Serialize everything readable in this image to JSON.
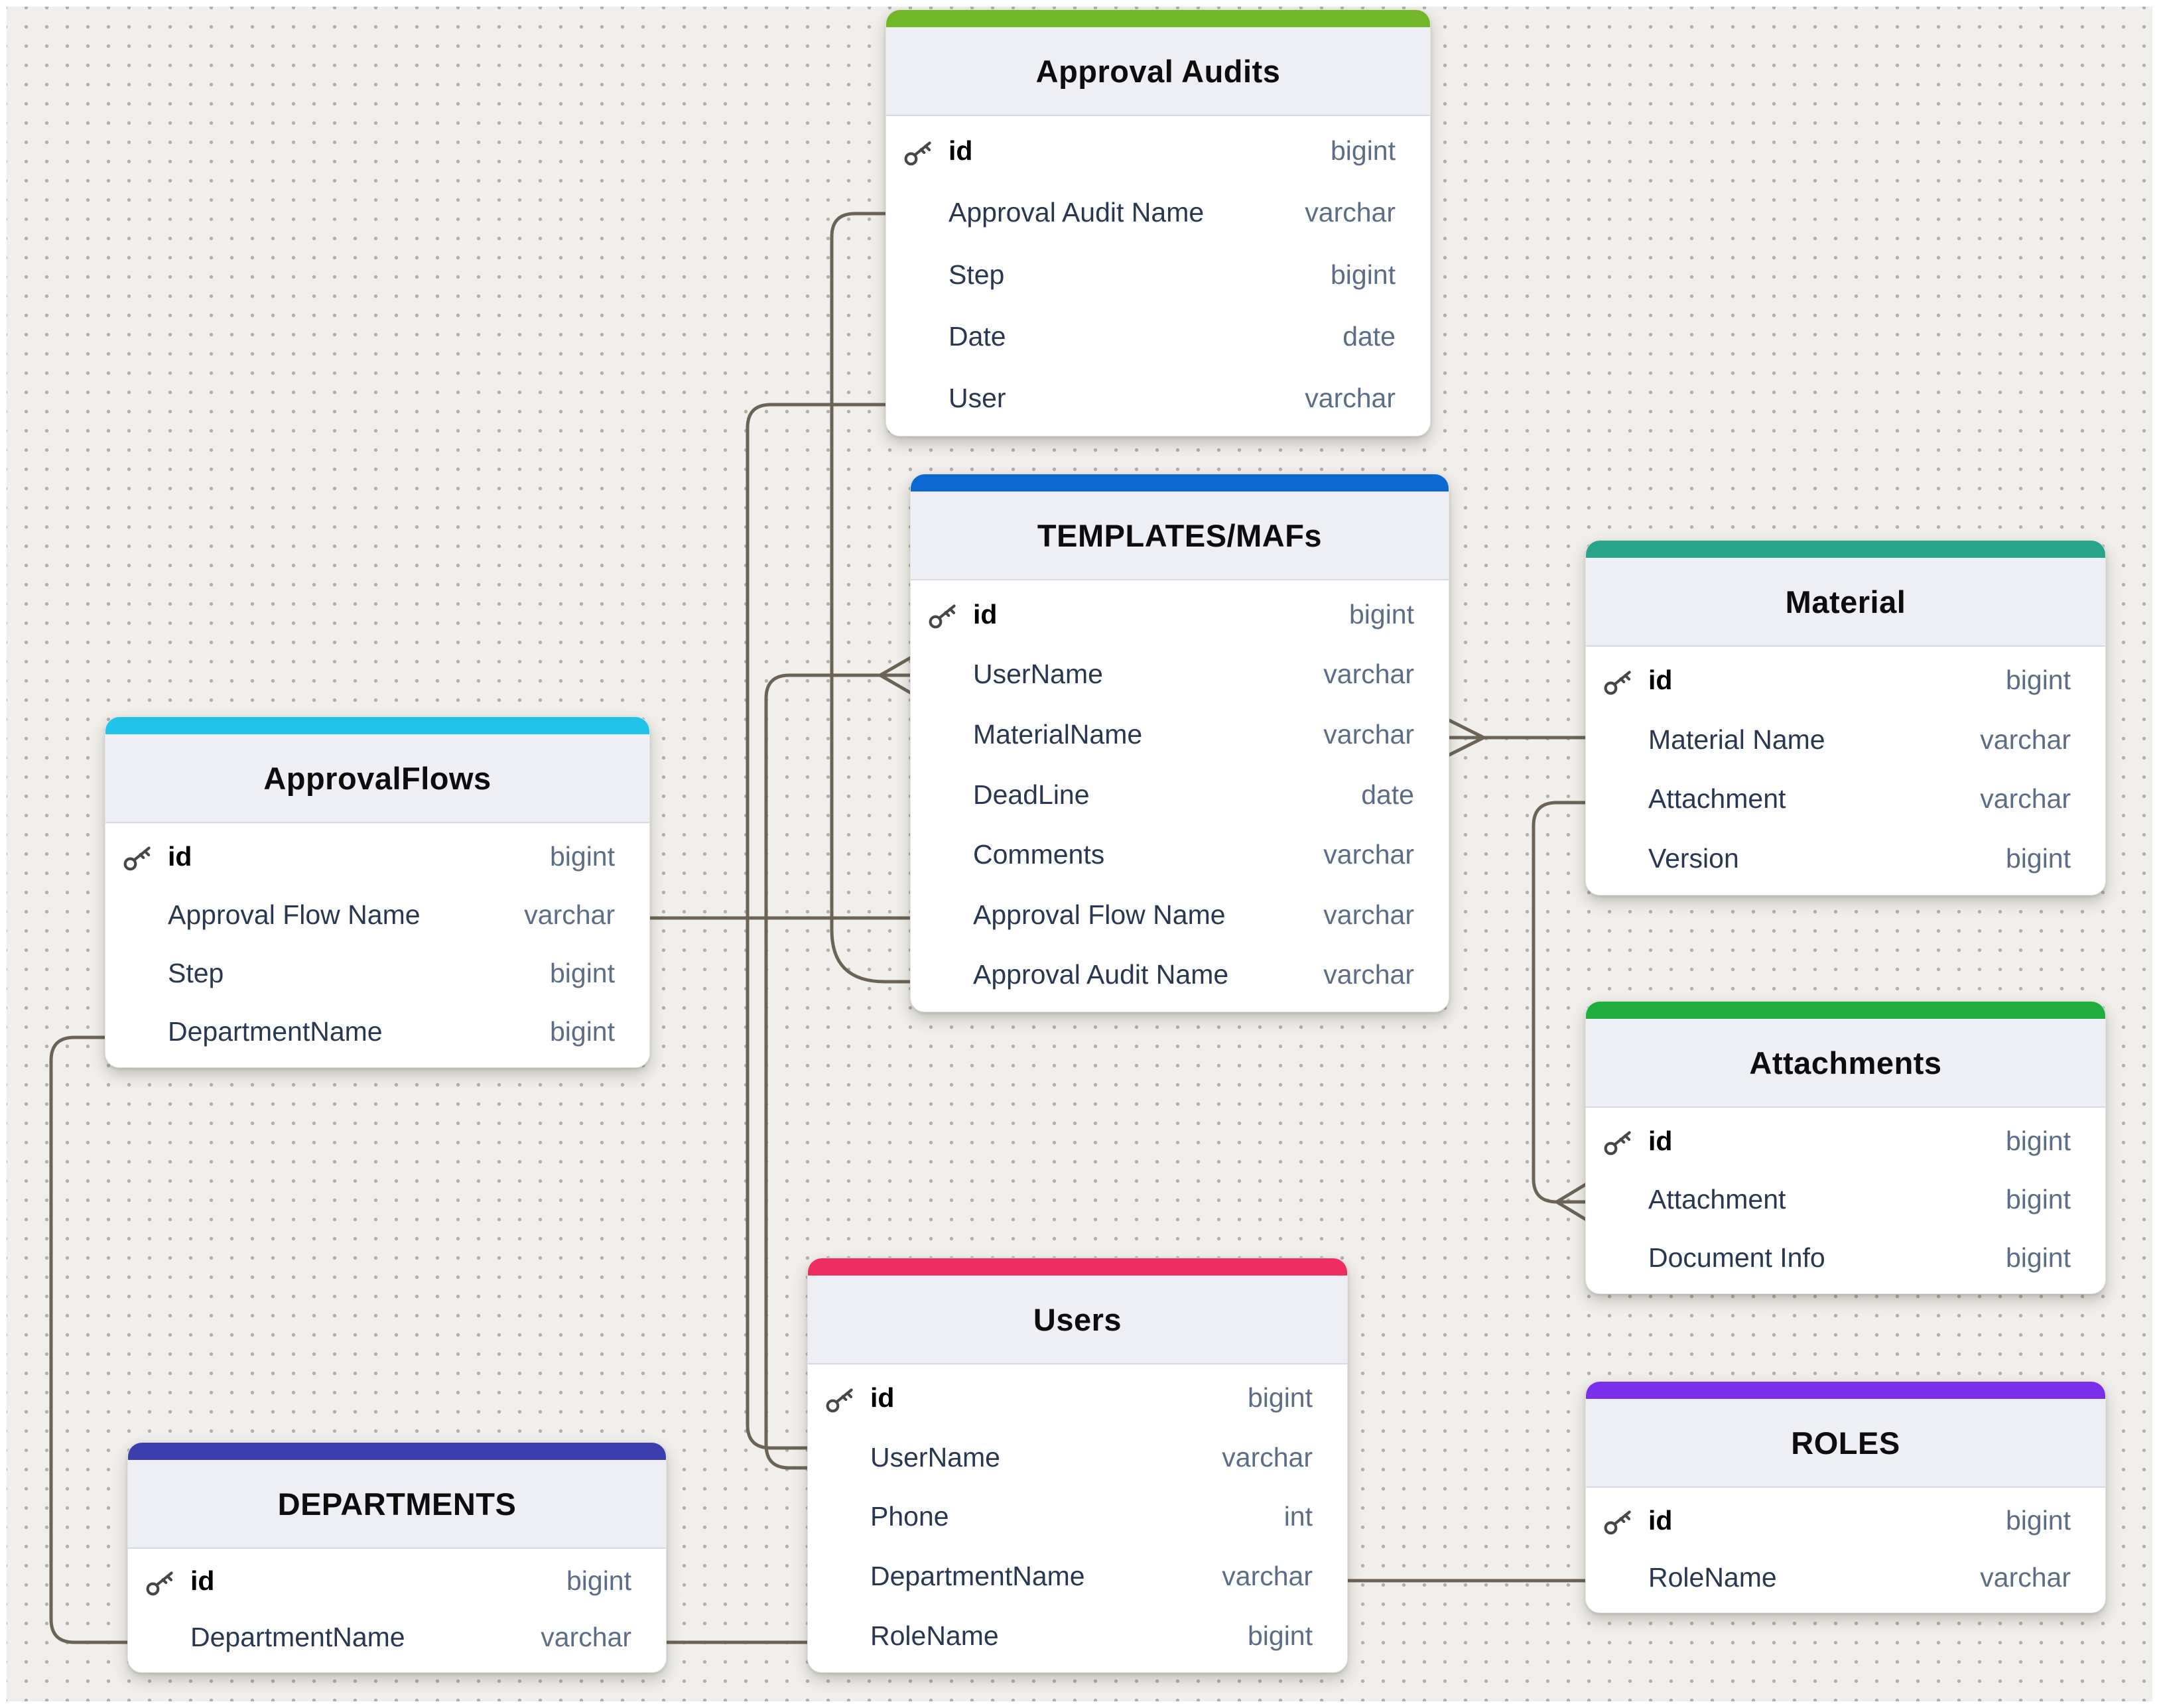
{
  "canvas": {
    "background": "#f1efeb",
    "dot_color": "#b3b0a8",
    "connector_color": "#6b6355"
  },
  "icons": {
    "primary_key": "key-icon"
  },
  "tables": [
    {
      "title": "Approval Audits",
      "accent_color": "#72b62a",
      "fields": [
        {
          "name": "id",
          "type": "bigint",
          "primary_key": true
        },
        {
          "name": "Approval Audit Name",
          "type": "varchar",
          "primary_key": false
        },
        {
          "name": "Step",
          "type": "bigint",
          "primary_key": false
        },
        {
          "name": "Date",
          "type": "date",
          "primary_key": false
        },
        {
          "name": "User",
          "type": "varchar",
          "primary_key": false
        }
      ]
    },
    {
      "title": "TEMPLATES/MAFs",
      "accent_color": "#0e68d2",
      "fields": [
        {
          "name": "id",
          "type": "bigint",
          "primary_key": true
        },
        {
          "name": "UserName",
          "type": "varchar",
          "primary_key": false
        },
        {
          "name": "MaterialName",
          "type": "varchar",
          "primary_key": false
        },
        {
          "name": "DeadLine",
          "type": "date",
          "primary_key": false
        },
        {
          "name": "Comments",
          "type": "varchar",
          "primary_key": false
        },
        {
          "name": "Approval Flow Name",
          "type": "varchar",
          "primary_key": false
        },
        {
          "name": "Approval Audit Name",
          "type": "varchar",
          "primary_key": false
        }
      ]
    },
    {
      "title": "Material",
      "accent_color": "#2aa38b",
      "fields": [
        {
          "name": "id",
          "type": "bigint",
          "primary_key": true
        },
        {
          "name": "Material Name",
          "type": "varchar",
          "primary_key": false
        },
        {
          "name": "Attachment",
          "type": "varchar",
          "primary_key": false
        },
        {
          "name": "Version",
          "type": "bigint",
          "primary_key": false
        }
      ]
    },
    {
      "title": "ApprovalFlows",
      "accent_color": "#21c3e9",
      "fields": [
        {
          "name": "id",
          "type": "bigint",
          "primary_key": true
        },
        {
          "name": "Approval Flow Name",
          "type": "varchar",
          "primary_key": false
        },
        {
          "name": "Step",
          "type": "bigint",
          "primary_key": false
        },
        {
          "name": "DepartmentName",
          "type": "bigint",
          "primary_key": false
        }
      ]
    },
    {
      "title": "Attachments",
      "accent_color": "#1fad3e",
      "fields": [
        {
          "name": "id",
          "type": "bigint",
          "primary_key": true
        },
        {
          "name": "Attachment",
          "type": "bigint",
          "primary_key": false
        },
        {
          "name": "Document Info",
          "type": "bigint",
          "primary_key": false
        }
      ]
    },
    {
      "title": "Users",
      "accent_color": "#ee2e63",
      "fields": [
        {
          "name": "id",
          "type": "bigint",
          "primary_key": true
        },
        {
          "name": "UserName",
          "type": "varchar",
          "primary_key": false
        },
        {
          "name": "Phone",
          "type": "int",
          "primary_key": false
        },
        {
          "name": "DepartmentName",
          "type": "varchar",
          "primary_key": false
        },
        {
          "name": "RoleName",
          "type": "bigint",
          "primary_key": false
        }
      ]
    },
    {
      "title": "DEPARTMENTS",
      "accent_color": "#3b3eae",
      "fields": [
        {
          "name": "id",
          "type": "bigint",
          "primary_key": true
        },
        {
          "name": "DepartmentName",
          "type": "varchar",
          "primary_key": false
        }
      ]
    },
    {
      "title": "ROLES",
      "accent_color": "#7a2fe8",
      "fields": [
        {
          "name": "id",
          "type": "bigint",
          "primary_key": true
        },
        {
          "name": "RoleName",
          "type": "varchar",
          "primary_key": false
        }
      ]
    }
  ],
  "relations": [
    {
      "from": "Approval Audits.Approval Audit Name",
      "to": "TEMPLATES/MAFs.Approval Audit Name",
      "many_end": "none"
    },
    {
      "from": "Approval Audits.User",
      "to": "Users.UserName",
      "many_end": "none"
    },
    {
      "from": "TEMPLATES/MAFs.UserName",
      "to": "Users.UserName",
      "many_end": "TEMPLATES/MAFs"
    },
    {
      "from": "ApprovalFlows.Approval Flow Name",
      "to": "TEMPLATES/MAFs.Approval Flow Name",
      "many_end": "none"
    },
    {
      "from": "TEMPLATES/MAFs.MaterialName",
      "to": "Material.Material Name",
      "many_end": "TEMPLATES/MAFs"
    },
    {
      "from": "Material.Attachment",
      "to": "Attachments.Attachment",
      "many_end": "Attachments"
    },
    {
      "from": "ApprovalFlows.DepartmentName",
      "to": "DEPARTMENTS.DepartmentName",
      "many_end": "none"
    },
    {
      "from": "DEPARTMENTS.DepartmentName",
      "to": "Users.RoleName",
      "many_end": "none"
    },
    {
      "from": "Users.DepartmentName",
      "to": "ROLES.RoleName",
      "many_end": "none"
    }
  ]
}
